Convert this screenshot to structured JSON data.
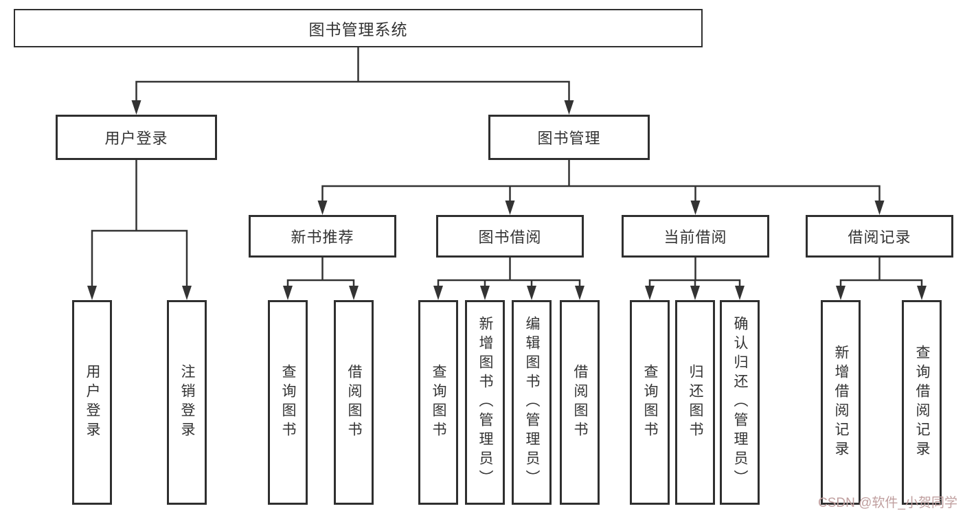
{
  "diagram": {
    "type": "hierarchy-tree",
    "title": "图书管理系统",
    "colors": {
      "line": "#333333",
      "box_border": "#2f2f2f",
      "box_background": "#ffffff",
      "text": "#333333",
      "watermark": "#c09f9f"
    },
    "nodes": {
      "root": "图书管理系统",
      "user_login": "用户登录",
      "book_mgmt": "图书管理",
      "new_book_rec": "新书推荐",
      "book_borrow": "图书借阅",
      "current_borrow": "当前借阅",
      "borrow_records": "借阅记录",
      "leaf_user_login": "用户登录",
      "leaf_logout": "注销登录",
      "leaf_query_book_1": "查询图书",
      "leaf_borrow_book_1": "借阅图书",
      "leaf_query_book_2": "查询图书",
      "leaf_add_book": "新增图书（管理员）",
      "leaf_edit_book": "编辑图书（管理员）",
      "leaf_borrow_book_2": "借阅图书",
      "leaf_query_book_3": "查询图书",
      "leaf_return_book": "归还图书",
      "leaf_confirm_return": "确认归还（管理员）",
      "leaf_add_record": "新增借阅记录",
      "leaf_query_record": "查询借阅记录"
    },
    "structure": {
      "图书管理系统": [
        "用户登录",
        "图书管理"
      ],
      "用户登录": [
        "用户登录",
        "注销登录"
      ],
      "图书管理": [
        "新书推荐",
        "图书借阅",
        "当前借阅",
        "借阅记录"
      ],
      "新书推荐": [
        "查询图书",
        "借阅图书"
      ],
      "图书借阅": [
        "查询图书",
        "新增图书（管理员）",
        "编辑图书（管理员）",
        "借阅图书"
      ],
      "当前借阅": [
        "查询图书",
        "归还图书",
        "确认归还（管理员）"
      ],
      "借阅记录": [
        "新增借阅记录",
        "查询借阅记录"
      ]
    },
    "watermark": "CSDN @软件_小贺同学"
  }
}
